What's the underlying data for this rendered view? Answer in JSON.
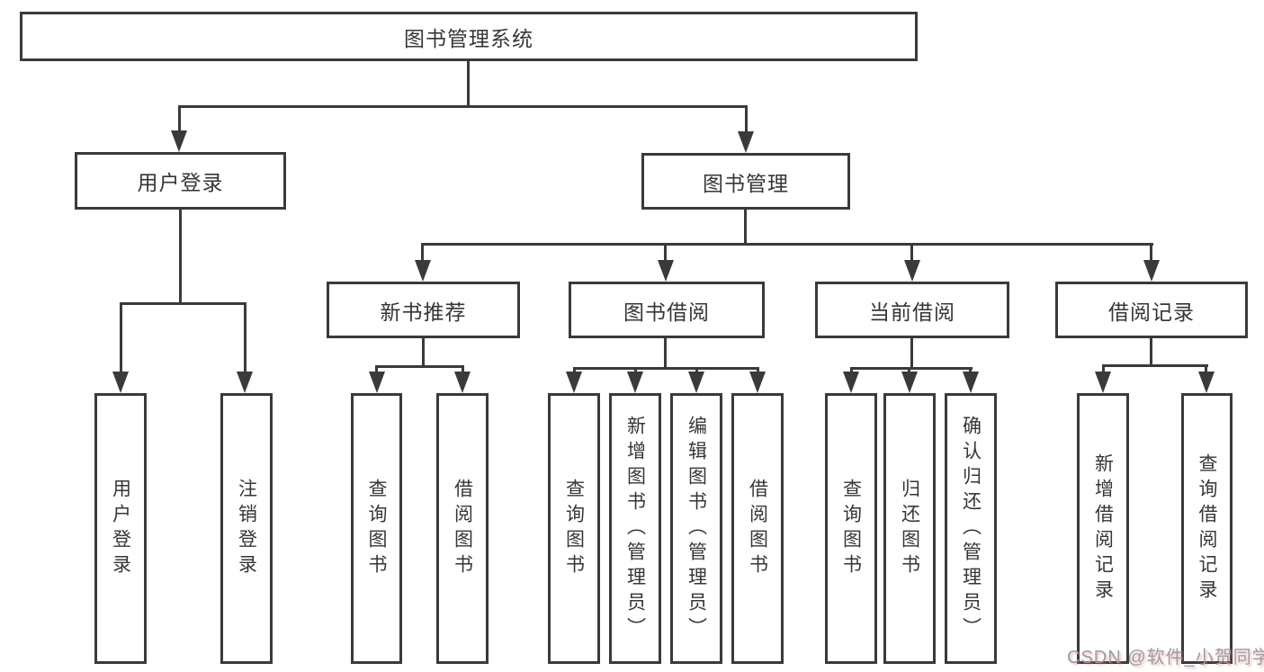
{
  "diagram": {
    "root": {
      "label": "图书管理系统"
    },
    "level2": {
      "user_login": {
        "label": "用户登录",
        "parent": "图书管理系统"
      },
      "book_mgmt": {
        "label": "图书管理",
        "parent": "图书管理系统"
      }
    },
    "level3": {
      "new_books": {
        "label": "新书推荐",
        "parent": "图书管理"
      },
      "book_borrow": {
        "label": "图书借阅",
        "parent": "图书管理"
      },
      "current_borrow": {
        "label": "当前借阅",
        "parent": "图书管理"
      },
      "borrow_records": {
        "label": "借阅记录",
        "parent": "图书管理"
      }
    },
    "leaves": [
      {
        "label": "用户登录",
        "parent": "用户登录"
      },
      {
        "label": "注销登录",
        "parent": "用户登录"
      },
      {
        "label": "查询图书",
        "parent": "新书推荐"
      },
      {
        "label": "借阅图书",
        "parent": "新书推荐"
      },
      {
        "label": "查询图书",
        "parent": "图书借阅"
      },
      {
        "label": "新增图书（管理员）",
        "parent": "图书借阅"
      },
      {
        "label": "编辑图书（管理员）",
        "parent": "图书借阅"
      },
      {
        "label": "借阅图书",
        "parent": "图书借阅"
      },
      {
        "label": "查询图书",
        "parent": "当前借阅"
      },
      {
        "label": "归还图书",
        "parent": "当前借阅"
      },
      {
        "label": "确认归还（管理员）",
        "parent": "当前借阅"
      },
      {
        "label": "新增借阅记录",
        "parent": "借阅记录"
      },
      {
        "label": "查询借阅记录",
        "parent": "借阅记录"
      }
    ]
  },
  "watermark": {
    "text": "CSDN @软件_小贺同学"
  },
  "colors": {
    "line": "#3a3a3a",
    "text": "#363636",
    "background": "#ffffff",
    "watermark_gray": "#9d9d9d",
    "watermark_shadow_red": "#e17873"
  }
}
